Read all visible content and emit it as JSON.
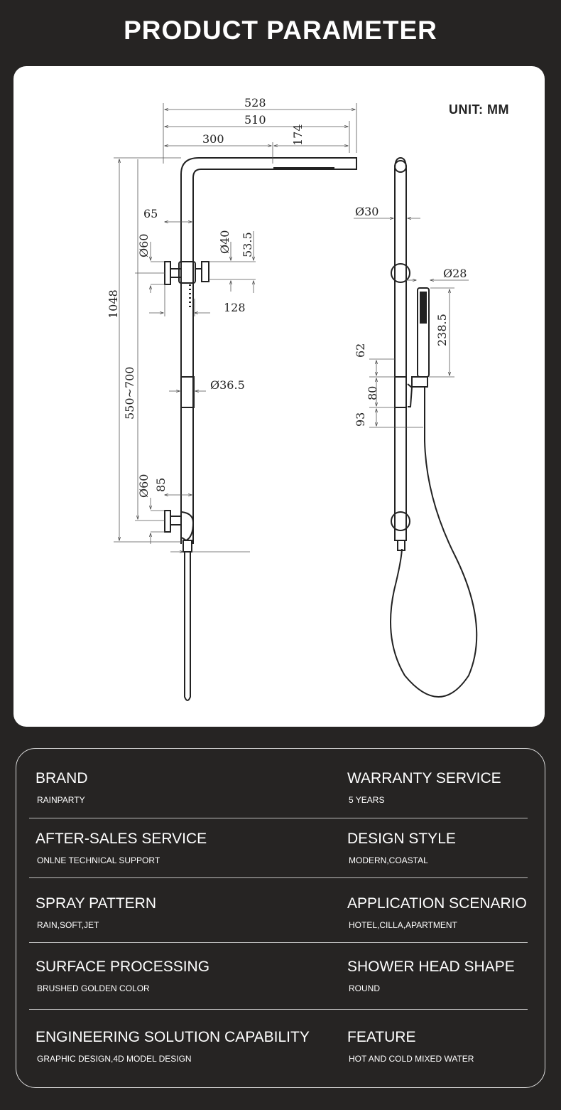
{
  "header": {
    "title": "PRODUCT PARAMETER"
  },
  "diagram": {
    "unit": "UNIT: MM",
    "dims": {
      "d528": "528",
      "d510": "510",
      "d300": "300",
      "d174": "174",
      "d1048": "1048",
      "d65": "65",
      "d60a": "Ø60",
      "d40": "Ø40",
      "d53": "53.5",
      "d128": "128",
      "d36": "Ø36.5",
      "d550": "550~700",
      "d60b": "Ø60",
      "d85": "85",
      "d30": "Ø30",
      "d28": "Ø28",
      "d238": "238.5",
      "d62": "62",
      "d80": "80",
      "d93": "93"
    }
  },
  "params": [
    {
      "left": {
        "label": "BRAND",
        "value": "RAINPARTY"
      },
      "right": {
        "label": "WARRANTY SERVICE",
        "value": "5 YEARS"
      }
    },
    {
      "left": {
        "label": "AFTER-SALES SERVICE",
        "value": "ONLNE TECHNICAL SUPPORT"
      },
      "right": {
        "label": "DESIGN STYLE",
        "value": "MODERN,COASTAL"
      }
    },
    {
      "left": {
        "label": "SPRAY PATTERN",
        "value": "RAIN,SOFT,JET"
      },
      "right": {
        "label": "APPLICATION SCENARIO",
        "value": "HOTEL,CILLA,APARTMENT"
      }
    },
    {
      "left": {
        "label": "SURFACE PROCESSING",
        "value": "BRUSHED GOLDEN COLOR"
      },
      "right": {
        "label": "SHOWER HEAD SHAPE",
        "value": "ROUND"
      }
    },
    {
      "left": {
        "label": "ENGINEERING SOLUTION CAPABILITY",
        "value": "GRAPHIC DESIGN,4D MODEL DESIGN"
      },
      "right": {
        "label": "FEATURE",
        "value": "HOT AND COLD MIXED WATER"
      }
    }
  ]
}
